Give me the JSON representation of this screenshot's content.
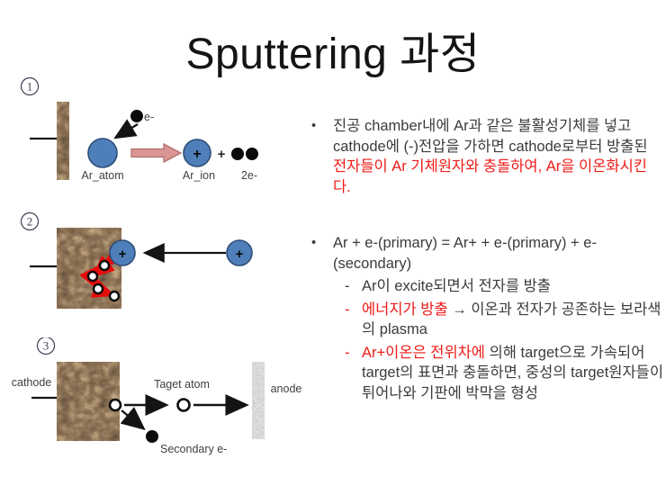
{
  "slide": {
    "title": "Sputtering 과정",
    "background": "#ffffff",
    "colors": {
      "red": "#ee1b17",
      "text": "#3b3b3b",
      "accent_blue": "#4f7fba",
      "blue_border": "#2e4d77",
      "pink": "#d99694",
      "pink_border": "#b0706e",
      "arrow_black": "#141414",
      "red_arrow": "#e80b0b",
      "circled_number": "#3e3e52"
    }
  },
  "diagrams": {
    "d1": {
      "number": "1",
      "electron_label": "e-",
      "atom_label": "Ar_atom",
      "ion_label": "Ar_ion",
      "ion_plus": "+",
      "plus_sign": "+",
      "electrons_label": "2e-"
    },
    "d2": {
      "number": "2",
      "impact_ion_plus": "+",
      "incoming_ion_plus": "+"
    },
    "d3": {
      "number": "3",
      "cathode_label": "cathode",
      "target_atom_label": "Taget atom",
      "anode_label": "anode",
      "secondary_electron_label": "Secondary e-"
    }
  },
  "right_panel": {
    "items": [
      {
        "level": "bullet",
        "marker": "•",
        "marker_color": "k",
        "segments": [
          {
            "t": "진공 chamber내에 Ar과 같은 불활성기체를 넣고 cathode에 (-)전압을 가하면 cathode로부터 방출된 ",
            "c": "k"
          },
          {
            "t": "전자들이 Ar 기체원자와 충돌하여, Ar을 이온화시킨다.",
            "c": "r"
          }
        ]
      },
      {
        "level": "bullet",
        "marker": "•",
        "marker_color": "k",
        "segments": [
          {
            "t": "Ar + e-(primary) = Ar+ + e-(primary) + e-(secondary)",
            "c": "k"
          }
        ]
      },
      {
        "level": "dash",
        "marker": "-",
        "marker_color": "k",
        "segments": [
          {
            "t": "Ar이 excite되면서 전자를 방출",
            "c": "k"
          }
        ]
      },
      {
        "level": "dash",
        "marker": "-",
        "marker_color": "r",
        "segments": [
          {
            "t": "에너지가 방출",
            "c": "r"
          },
          {
            "t": " → 이온과 전자가 공존하는 보라색의 plasma",
            "c": "k"
          }
        ]
      },
      {
        "level": "dash",
        "marker": "-",
        "marker_color": "r",
        "segments": [
          {
            "t": "Ar+이온은 전위차에",
            "c": "r"
          },
          {
            "t": " 의해 target으로 가속되어 target의 표면과 충돌하면, 중성의 target원자들이 튀어나와 기판에 박막을 형성",
            "c": "k"
          }
        ]
      }
    ]
  }
}
